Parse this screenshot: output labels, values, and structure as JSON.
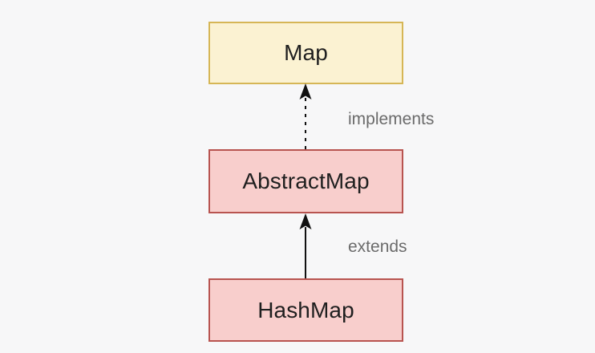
{
  "diagram": {
    "type": "uml-class-hierarchy",
    "background_color": "#f7f7f8",
    "nodes": [
      {
        "id": "map",
        "label": "Map",
        "kind": "interface",
        "fill_color": "#fbf2d2",
        "border_color": "#d6b656",
        "text_color": "#1f1f1f"
      },
      {
        "id": "abstractmap",
        "label": "AbstractMap",
        "kind": "abstract-class",
        "fill_color": "#f8cecc",
        "border_color": "#b85450",
        "text_color": "#1f1f1f"
      },
      {
        "id": "hashmap",
        "label": "HashMap",
        "kind": "class",
        "fill_color": "#f8cecc",
        "border_color": "#b85450",
        "text_color": "#1f1f1f"
      }
    ],
    "edges": [
      {
        "id": "implements",
        "label": "implements",
        "from": "abstractmap",
        "to": "map",
        "line_style": "dashed",
        "arrowhead": "solid-triangle",
        "color": "#111111",
        "label_color": "#6b6b6b"
      },
      {
        "id": "extends",
        "label": "extends",
        "from": "hashmap",
        "to": "abstractmap",
        "line_style": "solid",
        "arrowhead": "solid-triangle",
        "color": "#111111",
        "label_color": "#6b6b6b"
      }
    ]
  }
}
